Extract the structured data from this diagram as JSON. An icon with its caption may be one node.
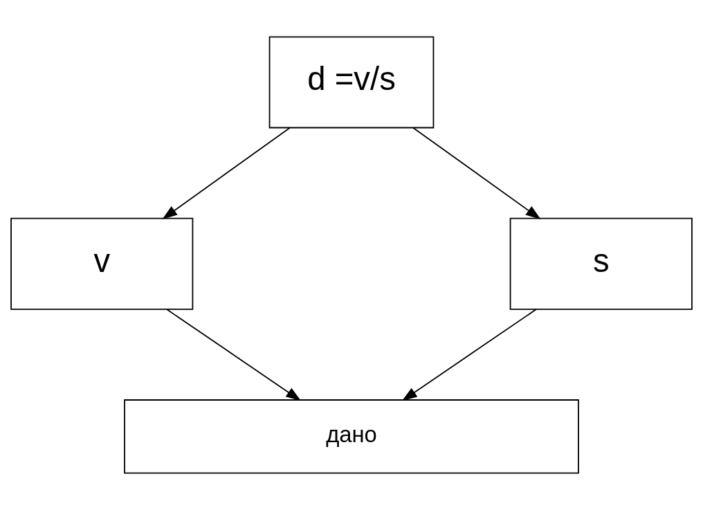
{
  "diagram": {
    "nodes": [
      {
        "text": [
          "d =v/s"
        ]
      },
      {
        "text": [
          "v"
        ]
      },
      {
        "text": [
          "s"
        ]
      },
      {
        "text": [
          "дано"
        ]
      }
    ],
    "edges": [
      {
        "from": 0,
        "to": 1,
        "arrow": "to"
      },
      {
        "from": 0,
        "to": 2,
        "arrow": "to"
      },
      {
        "from": 1,
        "to": 3,
        "arrow": "to"
      },
      {
        "from": 2,
        "to": 3,
        "arrow": "to"
      }
    ]
  }
}
